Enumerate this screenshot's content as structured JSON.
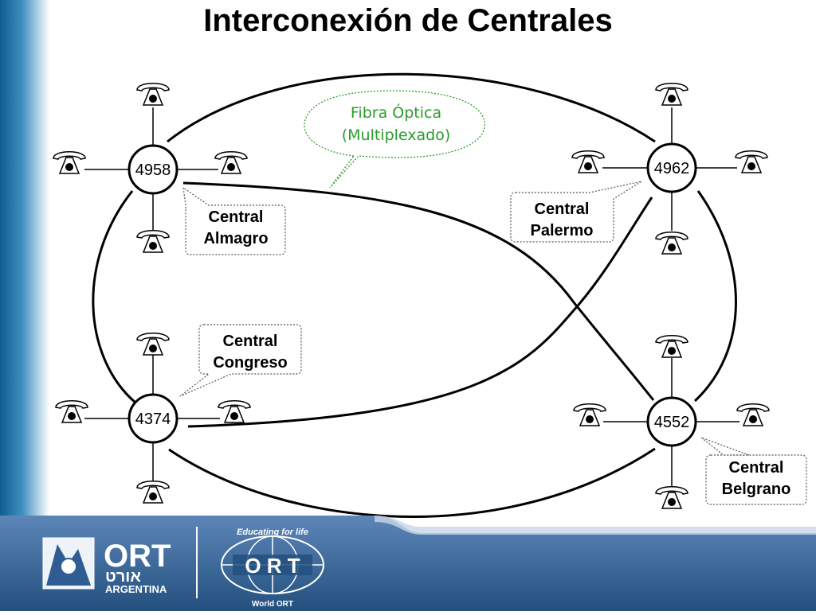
{
  "title": "Interconexión de Centrales",
  "nodes": [
    {
      "id": "n4958",
      "number": "4958"
    },
    {
      "id": "n4962",
      "number": "4962"
    },
    {
      "id": "n4374",
      "number": "4374"
    },
    {
      "id": "n4552",
      "number": "4552"
    }
  ],
  "callouts": {
    "almagro": {
      "line1": "Central",
      "line2": "Almagro"
    },
    "palermo": {
      "line1": "Central",
      "line2": "Palermo"
    },
    "congreso": {
      "line1": "Central",
      "line2": "Congreso"
    },
    "belgrano": {
      "line1": "Central",
      "line2": "Belgrano"
    }
  },
  "fiber": {
    "line1": "Fibra Óptica",
    "line2": "(Multiplexado)"
  },
  "footer": {
    "ort_logo": "ORT",
    "ort_hebrew": "אורט",
    "ort_country": "ARGENTINA",
    "world_tagline": "Educating for life",
    "world_logo": "O R T",
    "world_caption": "World ORT"
  },
  "colors": {
    "fiber_green": "#2a9d2a",
    "footer_blue": "#2f5d93",
    "sidebar_blue": "#1d6fa5"
  },
  "icons": [
    "telephone-icon"
  ]
}
